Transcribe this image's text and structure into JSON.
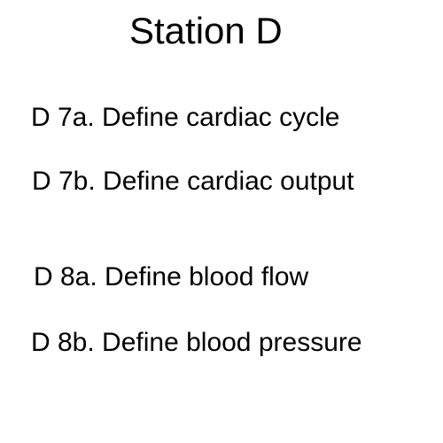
{
  "title": "Station D",
  "questions": [
    {
      "text": "D 7a. Define cardiac cycle"
    },
    {
      "text": "D 7b. Define cardiac output"
    },
    {
      "text": "D 8a. Define blood flow"
    },
    {
      "text": "D 8b. Define blood pressure"
    }
  ],
  "colors": {
    "background": "#ffffff",
    "text": "#000000"
  }
}
